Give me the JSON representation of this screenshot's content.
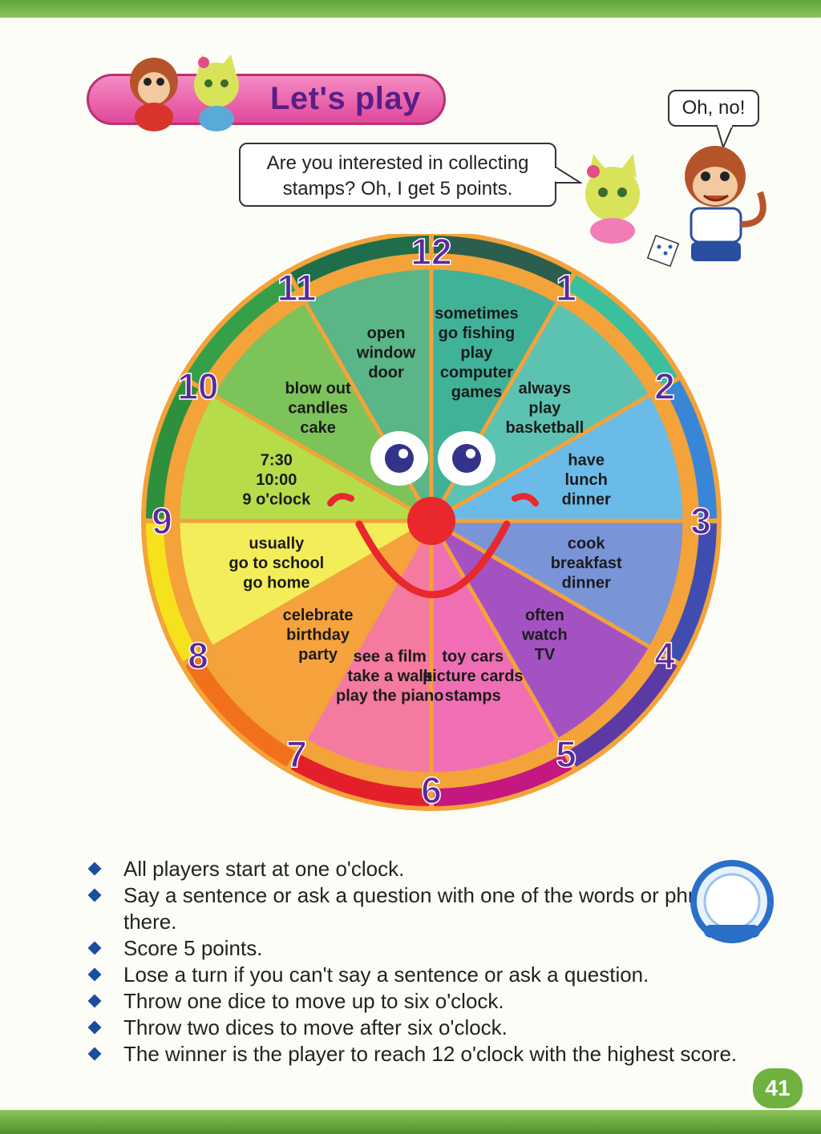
{
  "title": "Let's play",
  "speech": {
    "cat_line1": "Are you interested in collecting",
    "cat_line2": "stamps? Oh, I get 5 points.",
    "monkey": "Oh, no!"
  },
  "clock": {
    "numbers": [
      "12",
      "1",
      "2",
      "3",
      "4",
      "5",
      "6",
      "7",
      "8",
      "9",
      "10",
      "11"
    ],
    "ring_colors": [
      "#2b5e4c",
      "#3bbf9c",
      "#3a86d6",
      "#3f4db0",
      "#5b3aa6",
      "#c4177f",
      "#e41f2c",
      "#f0701c",
      "#f6e21c",
      "#2e8f3c",
      "#36a048",
      "#1f6e4b"
    ],
    "sector_colors": [
      "#40b29a",
      "#5cc3b2",
      "#6bbbe8",
      "#7a94d8",
      "#a452c2",
      "#f06fb4",
      "#f57aa0",
      "#f6a33e",
      "#f4ed5a",
      "#b6dc4a",
      "#7cc35a",
      "#5ab587"
    ],
    "sectors": [
      {
        "lines": [
          "sometimes",
          "go fishing",
          "play",
          "computer",
          "games"
        ]
      },
      {
        "lines": [
          "always",
          "play",
          "basketball"
        ]
      },
      {
        "lines": [
          "have",
          "lunch",
          "dinner"
        ]
      },
      {
        "lines": [
          "cook",
          "breakfast",
          "dinner"
        ]
      },
      {
        "lines": [
          "often",
          "watch",
          "TV"
        ]
      },
      {
        "lines": [
          "toy cars",
          "picture cards",
          "stamps"
        ]
      },
      {
        "lines": [
          "see a film",
          "take a walk",
          "play the piano"
        ]
      },
      {
        "lines": [
          "celebrate",
          "birthday",
          "party"
        ]
      },
      {
        "lines": [
          "usually",
          "go to school",
          "go home"
        ]
      },
      {
        "lines": [
          "7:30",
          "10:00",
          "9 o'clock"
        ]
      },
      {
        "lines": [
          "blow out",
          "candles",
          "cake"
        ]
      },
      {
        "lines": [
          "open",
          "window",
          "door"
        ]
      }
    ]
  },
  "rules": [
    "All players start at one o'clock.",
    "Say a sentence or ask a question with one of the words or phrases there.",
    "Score 5 points.",
    "Lose a turn if you can't say a sentence or ask a question.",
    "Throw one dice to move up to six o'clock.",
    "Throw two dices to move after six o'clock.",
    "The winner is the player to reach 12 o'clock with the highest score."
  ],
  "page_number": "41"
}
